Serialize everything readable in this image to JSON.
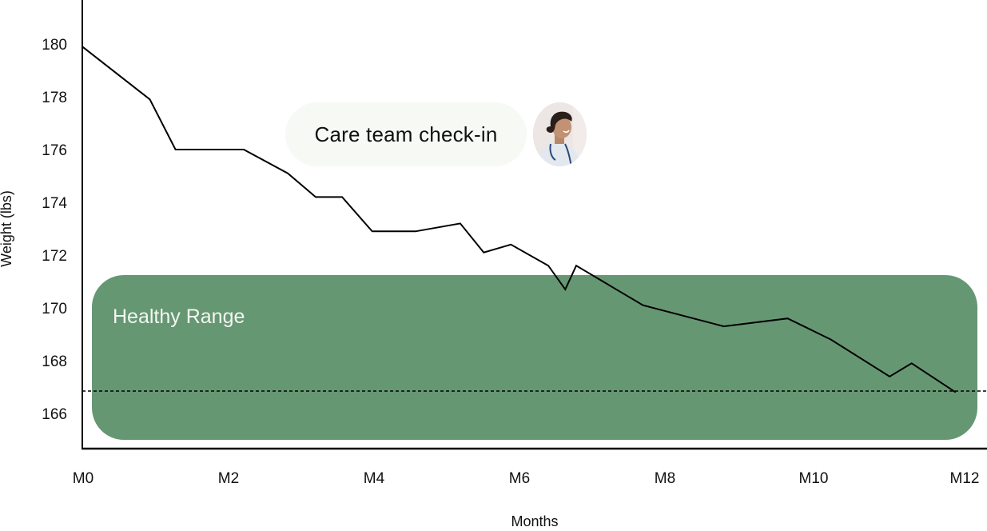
{
  "chart_data": {
    "type": "line",
    "title": "",
    "xlabel": "Months",
    "ylabel": "Weight (lbs)",
    "x_ticks": [
      "M0",
      "M2",
      "M4",
      "M6",
      "M8",
      "M10",
      "M12"
    ],
    "y_ticks": [
      180,
      178,
      176,
      174,
      172,
      170,
      168,
      166
    ],
    "xlim": [
      0,
      12
    ],
    "ylim": [
      165.3,
      181.6
    ],
    "grid": false,
    "legend": null,
    "series": [
      {
        "name": "Weight",
        "color": "#000000",
        "x": [
          0,
          0.92,
          1.27,
          2.2,
          2.8,
          3.18,
          3.54,
          3.95,
          4.54,
          5.15,
          5.47,
          5.84,
          6.35,
          6.58,
          6.73,
          7.64,
          8.74,
          9.61,
          10.2,
          11.0,
          11.3,
          11.9
        ],
        "y": [
          179.9,
          177.9,
          176.0,
          176.0,
          175.1,
          174.2,
          174.2,
          172.9,
          172.9,
          173.2,
          172.1,
          172.4,
          171.6,
          170.7,
          171.6,
          170.1,
          169.3,
          169.6,
          168.8,
          167.4,
          167.9,
          166.8
        ]
      }
    ],
    "reference_line": {
      "y": 166.8,
      "style": "dotted",
      "color": "#000000"
    },
    "bands": [
      {
        "label": "Healthy Range",
        "y_from": 165.0,
        "y_to": 171.3,
        "x_from": 0.1,
        "x_to": 12.15,
        "color": "#669773"
      }
    ],
    "annotations": [
      {
        "text": "Care team check-in",
        "type": "callout-bubble",
        "has_avatar": true
      }
    ]
  },
  "labels": {
    "y_axis_title": "Weight (lbs)",
    "x_axis_title": "Months",
    "band_label": "Healthy Range",
    "callout": "Care team check-in"
  },
  "x_ticks": [
    "M0",
    "M2",
    "M4",
    "M6",
    "M8",
    "M10",
    "M12"
  ],
  "y_ticks": [
    "180",
    "178",
    "176",
    "174",
    "172",
    "170",
    "168",
    "166"
  ],
  "colors": {
    "band": "#669773",
    "band_text": "#f3f6f1",
    "callout_bg": "#f7f9f4",
    "line": "#000000"
  }
}
